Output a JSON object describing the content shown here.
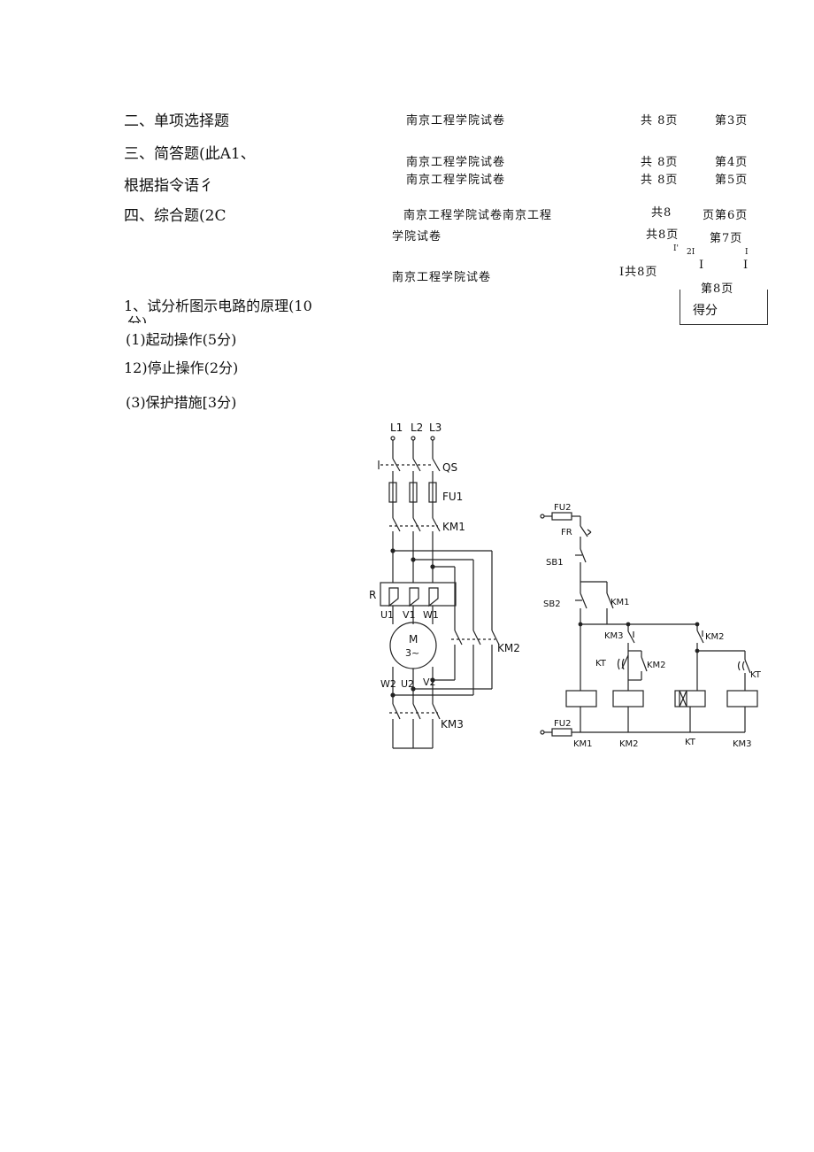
{
  "sections": {
    "s2": "二、单项选择题",
    "s3": "三、简答题(此A1、",
    "s3b": "根据指令语彳",
    "s4": "四、综合题(2C"
  },
  "headers": [
    {
      "school": "南京工程学院试卷",
      "total": "共  8页",
      "page": "第3页"
    },
    {
      "school": "南京工程学院试卷",
      "total": "共  8页",
      "page": "第4页"
    },
    {
      "school": "南京工程学院试卷",
      "total": "共  8页",
      "page": "第5页"
    },
    {
      "school": "南京工程学院试卷南京工程",
      "total": "共8",
      "page": "页第6页"
    },
    {
      "school": "学院试卷",
      "total": "共8页",
      "page": "第7页"
    },
    {
      "school": "南京工程学院试卷",
      "total": "I共8页",
      "page": "第8页"
    }
  ],
  "stray_marks": {
    "m1": "I'",
    "m2": "2I",
    "m3": "I",
    "m4": "I",
    "m5": "I"
  },
  "score_label": "得分",
  "question": {
    "title": "1、试分析图示电路的原理(10",
    "title_cut": "分)",
    "items": [
      "(1)起动操作(5分)",
      "12)停止操作(2分)",
      "(3)保护措施[3分)"
    ]
  },
  "circuit": {
    "phases": [
      "L1",
      "L2",
      "L3"
    ],
    "switch": "QS",
    "fuse_main": "FU1",
    "fuse_ctrl": "FU2",
    "contactors": [
      "KM1",
      "KM2",
      "KM3"
    ],
    "resistor": "R",
    "motor_top": [
      "U1",
      "V1",
      "W1"
    ],
    "motor_bottom": [
      "W2",
      "U2",
      "V2"
    ],
    "motor": [
      "M",
      "3~"
    ],
    "ctrl_labels": {
      "fr": "FR",
      "sb1": "SB1",
      "sb2": "SB2",
      "km1": "KM1",
      "km3": "KM3",
      "km2": "KM2",
      "kt": "KT"
    },
    "coils": [
      "KM1",
      "KM2",
      "KT",
      "KM3"
    ]
  }
}
